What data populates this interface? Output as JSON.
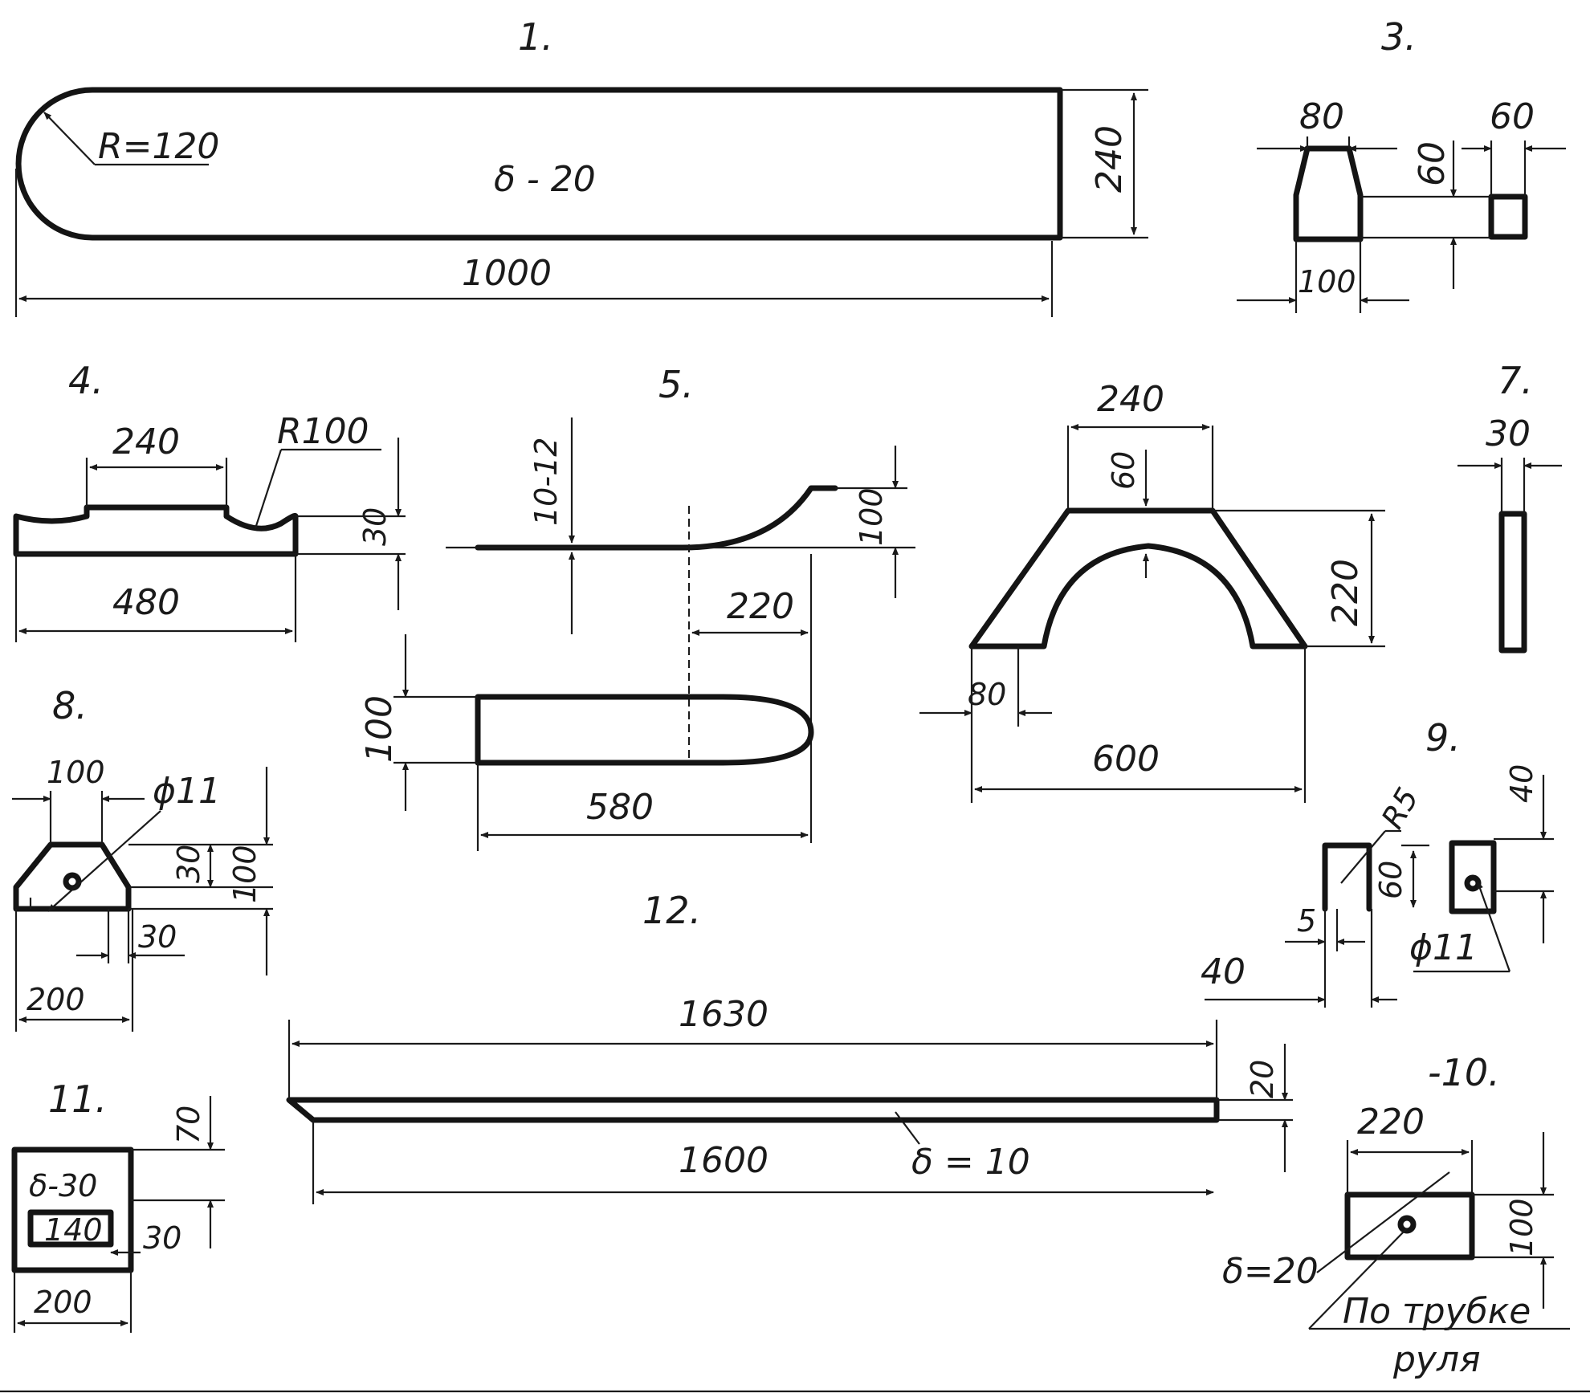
{
  "colors": {
    "ink": "#141414",
    "paper": "#ffffff"
  },
  "parts": [
    {
      "number": "1.",
      "labels": [
        "R=120",
        "δ - 20",
        "240",
        "1000"
      ]
    },
    {
      "number": "3.",
      "labels": [
        "80",
        "60",
        "60",
        "100"
      ]
    },
    {
      "number": "4.",
      "labels": [
        "240",
        "R100",
        "30",
        "480"
      ]
    },
    {
      "number": "5.",
      "labels": [
        "10-12",
        "100",
        "220",
        "100",
        "580"
      ]
    },
    {
      "number": "",
      "labels": [
        "240",
        "60",
        "220",
        "80",
        "600"
      ]
    },
    {
      "number": "7.",
      "labels": [
        "30"
      ]
    },
    {
      "number": "8.",
      "labels": [
        "100",
        "ϕ11",
        "30",
        "100",
        "30",
        "200"
      ]
    },
    {
      "number": "9.",
      "labels": [
        "R5",
        "40",
        "60",
        "5",
        "40",
        "ϕ11"
      ]
    },
    {
      "number": "12.",
      "labels": [
        "1630",
        "20",
        "1600",
        "δ = 10"
      ]
    },
    {
      "number": "-10.",
      "labels": [
        "220",
        "100",
        "δ=20",
        "По трубке",
        "руля"
      ]
    },
    {
      "number": "11.",
      "labels": [
        "70",
        "δ-30",
        "140",
        "30",
        "200"
      ]
    }
  ]
}
